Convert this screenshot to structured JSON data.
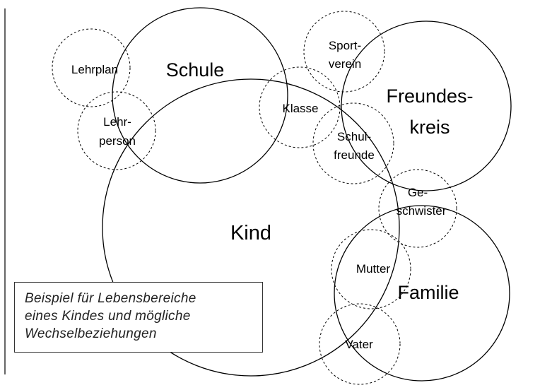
{
  "diagram": {
    "major_circles": [
      {
        "id": "kind",
        "label": "Kind"
      },
      {
        "id": "schule",
        "label": "Schule"
      },
      {
        "id": "freundeskreis",
        "label_lines": [
          "Freundes-",
          "kreis"
        ]
      },
      {
        "id": "familie",
        "label": "Familie"
      }
    ],
    "minor_circles": [
      {
        "id": "lehrplan",
        "label_lines": [
          "Lehrplan"
        ]
      },
      {
        "id": "lehrperson",
        "label_lines": [
          "Lehr-",
          "person"
        ]
      },
      {
        "id": "klasse",
        "label_lines": [
          "Klasse"
        ]
      },
      {
        "id": "sportverein",
        "label_lines": [
          "Sport-",
          "verein"
        ]
      },
      {
        "id": "schulfreunde",
        "label_lines": [
          "Schul-",
          "freunde"
        ]
      },
      {
        "id": "geschwister",
        "label_lines": [
          "Ge-",
          "schwister"
        ]
      },
      {
        "id": "mutter",
        "label_lines": [
          "Mutter"
        ]
      },
      {
        "id": "vater",
        "label_lines": [
          "Vater"
        ]
      }
    ]
  },
  "caption": {
    "lines": [
      "Beispiel für Lebensbereiche",
      "eines Kindes und mögliche",
      "Wechselbeziehungen"
    ]
  }
}
